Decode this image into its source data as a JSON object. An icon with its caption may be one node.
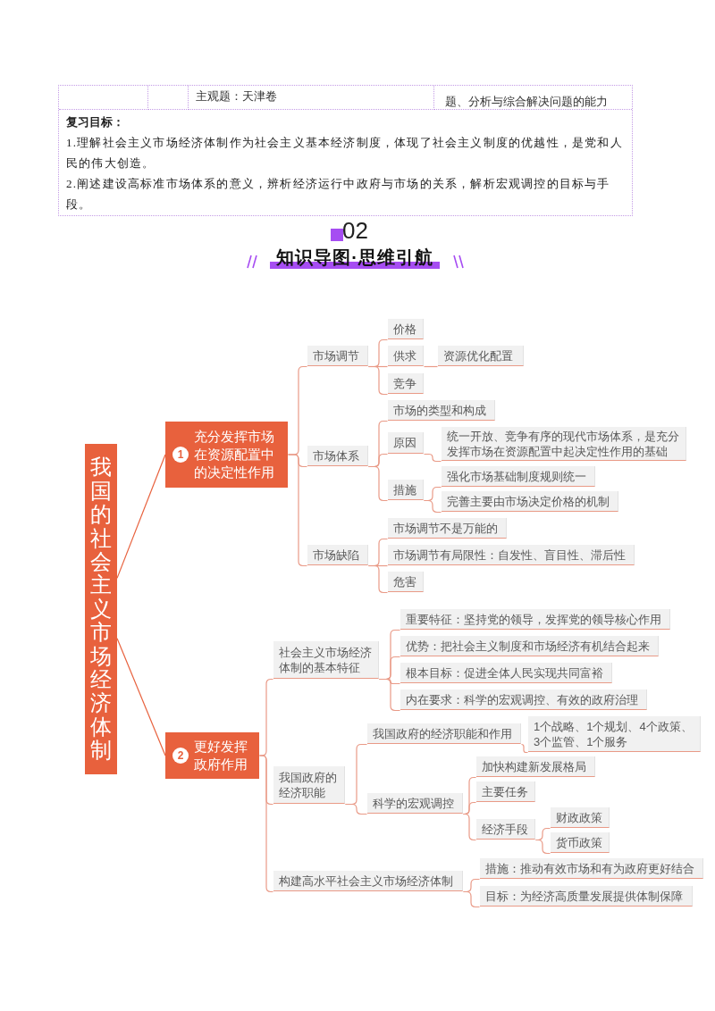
{
  "diagram": {
    "title": "知识导图·思维引航",
    "nodes": [
      {
        "text": [
          "我国的社会主义市场经济体制"
        ]
      },
      {
        "text": [
          "1",
          "充分发挥市场在资源配置中的决定性作用"
        ]
      },
      {
        "text": [
          "市场调节"
        ]
      },
      {
        "text": [
          "价格"
        ]
      },
      {
        "text": [
          "供求"
        ]
      },
      {
        "text": [
          "资源优化配置"
        ]
      },
      {
        "text": [
          "竞争"
        ]
      },
      {
        "text": [
          "市场体系"
        ]
      },
      {
        "text": [
          "市场的类型和构成"
        ]
      },
      {
        "text": [
          "原因"
        ]
      },
      {
        "text": [
          "统一开放、竞争有序的现代市场体系，是充分发挥市场在资源配置中起决定性作用的基础"
        ]
      },
      {
        "text": [
          "措施"
        ]
      },
      {
        "text": [
          "强化市场基础制度规则统一"
        ]
      },
      {
        "text": [
          "完善主要由市场决定价格的机制"
        ]
      },
      {
        "text": [
          "市场缺陷"
        ]
      },
      {
        "text": [
          "市场调节不是万能的"
        ]
      },
      {
        "text": [
          "市场调节有局限性：自发性、盲目性、滞后性"
        ]
      },
      {
        "text": [
          "危害"
        ]
      },
      {
        "text": [
          "2",
          "更好发挥政府作用"
        ]
      },
      {
        "text": [
          "社会主义市场经济体制的基本特征"
        ]
      },
      {
        "text": [
          "重要特征：坚持党的领导，发挥党的领导核心作用"
        ]
      },
      {
        "text": [
          "优势：把社会主义制度和市场经济有机结合起来"
        ]
      },
      {
        "text": [
          "根本目标：促进全体人民实现共同富裕"
        ]
      },
      {
        "text": [
          "内在要求：科学的宏观调控、有效的政府治理"
        ]
      },
      {
        "text": [
          "我国政府的经济职能"
        ]
      },
      {
        "text": [
          "我国政府的经济职能和作用"
        ]
      },
      {
        "text": [
          "1个战略、1个规划、4个政策、3个监管、1个服务"
        ]
      },
      {
        "text": [
          "科学的宏观调控"
        ]
      },
      {
        "text": [
          "加快构建新发展格局"
        ]
      },
      {
        "text": [
          "主要任务"
        ]
      },
      {
        "text": [
          "经济手段"
        ]
      },
      {
        "text": [
          "财政政策"
        ]
      },
      {
        "text": [
          "货币政策"
        ]
      },
      {
        "text": [
          "构建高水平社会主义市场经济体制"
        ]
      },
      {
        "text": [
          "措施：推动有效市场和有为政府更好结合"
        ]
      },
      {
        "text": [
          "目标：为经济高质量发展提供体制保障"
        ]
      }
    ],
    "edges": [
      {
        "from": 0,
        "to": 1,
        "arrow": "none",
        "color": "#e8613d"
      },
      {
        "from": 0,
        "to": 18,
        "arrow": "none",
        "color": "#e8613d"
      },
      {
        "from": 1,
        "to": 2,
        "arrow": "none"
      },
      {
        "from": 1,
        "to": 7,
        "arrow": "none"
      },
      {
        "from": 1,
        "to": 14,
        "arrow": "none"
      },
      {
        "from": 2,
        "to": 3,
        "arrow": "none"
      },
      {
        "from": 2,
        "to": 4,
        "arrow": "none"
      },
      {
        "from": 2,
        "to": 6,
        "arrow": "none"
      },
      {
        "from": 4,
        "to": 5,
        "arrow": "none"
      },
      {
        "from": 7,
        "to": 8,
        "arrow": "none"
      },
      {
        "from": 7,
        "to": 9,
        "arrow": "none"
      },
      {
        "from": 7,
        "to": 11,
        "arrow": "none"
      },
      {
        "from": 9,
        "to": 10,
        "arrow": "none"
      },
      {
        "from": 11,
        "to": 12,
        "arrow": "none"
      },
      {
        "from": 11,
        "to": 13,
        "arrow": "none"
      },
      {
        "from": 14,
        "to": 15,
        "arrow": "none"
      },
      {
        "from": 14,
        "to": 16,
        "arrow": "none"
      },
      {
        "from": 14,
        "to": 17,
        "arrow": "none"
      },
      {
        "from": 18,
        "to": 19,
        "arrow": "none"
      },
      {
        "from": 18,
        "to": 24,
        "arrow": "none"
      },
      {
        "from": 18,
        "to": 33,
        "arrow": "none"
      },
      {
        "from": 19,
        "to": 20,
        "arrow": "none"
      },
      {
        "from": 19,
        "to": 21,
        "arrow": "none"
      },
      {
        "from": 19,
        "to": 22,
        "arrow": "none"
      },
      {
        "from": 19,
        "to": 23,
        "arrow": "none"
      },
      {
        "from": 24,
        "to": 25,
        "arrow": "none"
      },
      {
        "from": 24,
        "to": 27,
        "arrow": "none"
      },
      {
        "from": 25,
        "to": 26,
        "arrow": "none"
      },
      {
        "from": 27,
        "to": 28,
        "arrow": "none"
      },
      {
        "from": 27,
        "to": 29,
        "arrow": "none"
      },
      {
        "from": 27,
        "to": 30,
        "arrow": "none"
      },
      {
        "from": 30,
        "to": 31,
        "arrow": "none"
      },
      {
        "from": 30,
        "to": 32,
        "arrow": "none"
      },
      {
        "from": 33,
        "to": 34,
        "arrow": "none"
      },
      {
        "from": 33,
        "to": 35,
        "arrow": "none"
      }
    ],
    "labels": [
      "主观题：天津卷",
      "题、分析与综合解决问题的能力",
      "复习目标：",
      "1.理解社会主义市场经济体制作为社会主义基本经济制度，体现了社会主义制度的优越性，是党和人民的伟大创造。",
      "2.阐述建设高标准市场体系的意义，辨析经济运行中政府与市场的关系，解析宏观调控的目标与手段。",
      "02"
    ]
  }
}
